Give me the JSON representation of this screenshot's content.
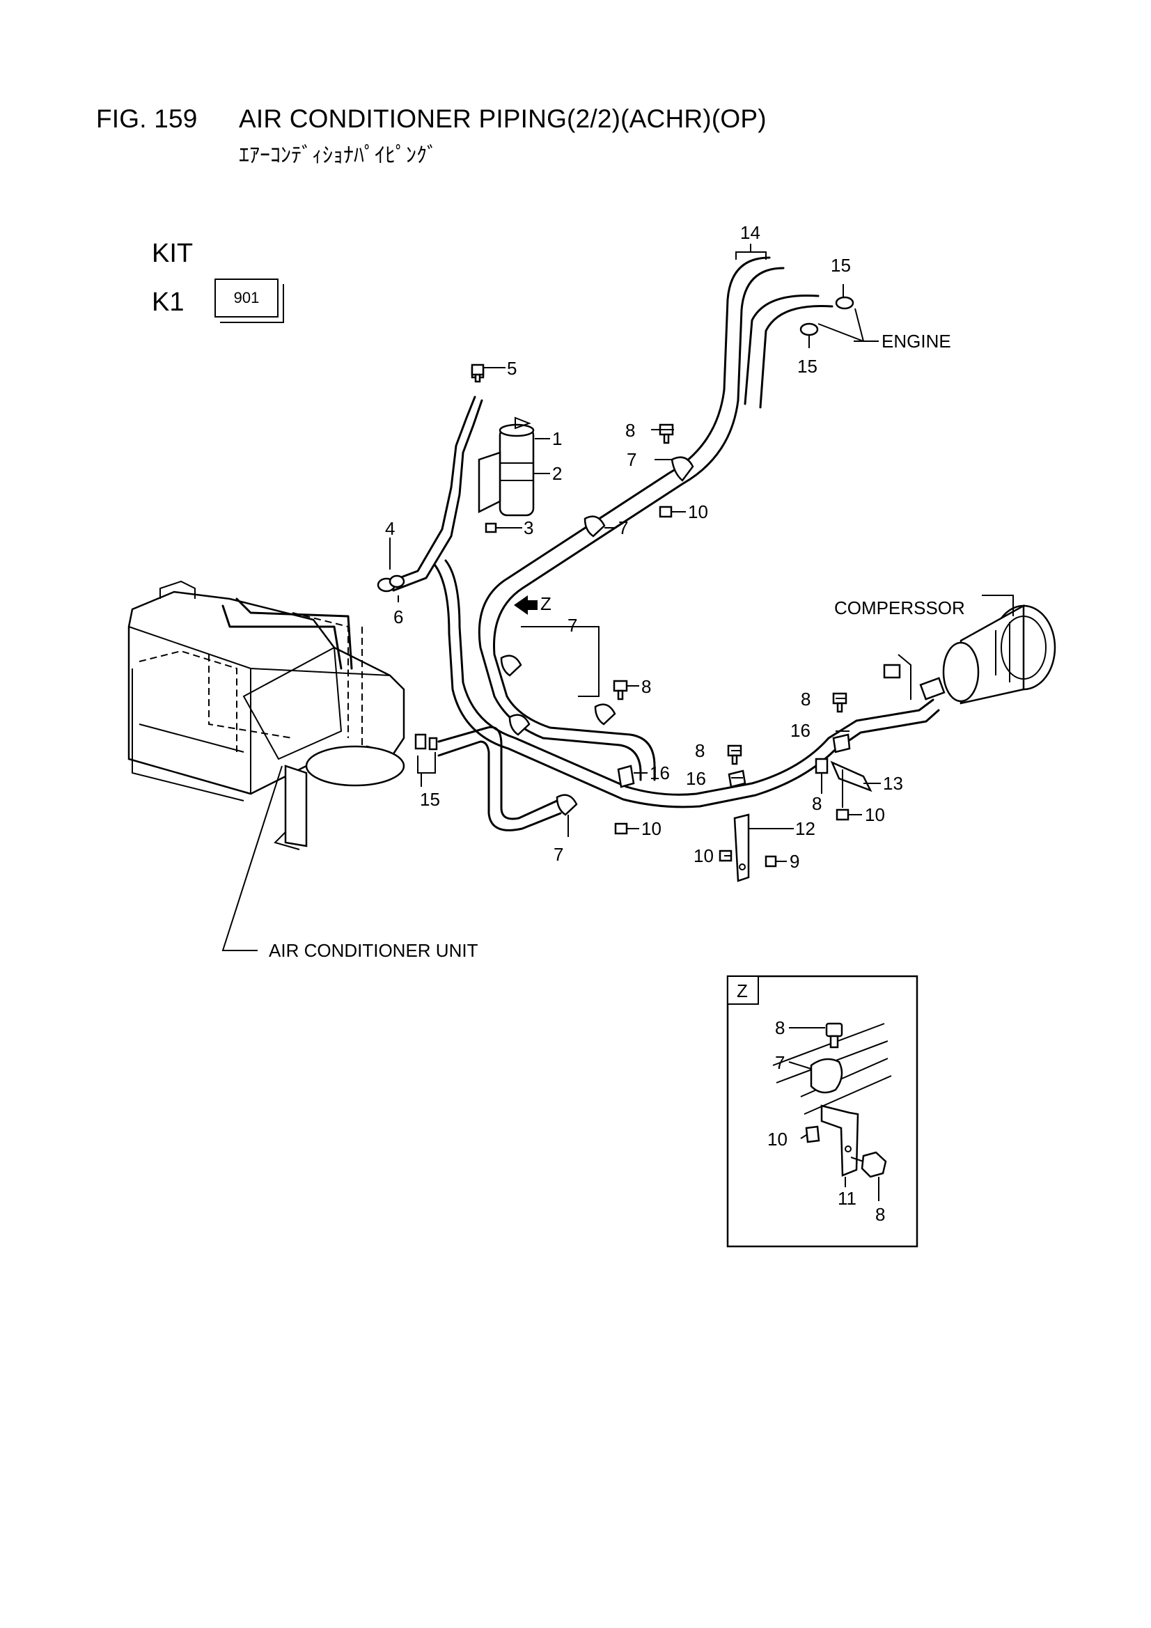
{
  "header": {
    "fig_number": "FIG. 159",
    "title": "AIR CONDITIONER PIPING(2/2)(ACHR)(OP)",
    "subtitle": "ｴｱｰｺﾝﾃﾞｨｼｮﾅﾊﾟｲﾋﾟﾝｸﾞ"
  },
  "kit": {
    "label": "KIT",
    "item_label": "K1",
    "code": "901"
  },
  "assembly_labels": {
    "engine": "ENGINE",
    "compressor": "COMPERSSOR",
    "ac_unit": "AIR CONDITIONER UNIT",
    "detail_ref": "Z"
  },
  "callouts": {
    "c1": "1",
    "c2": "2",
    "c3": "3",
    "c4": "4",
    "c5": "5",
    "c6": "6",
    "c7a": "7",
    "c7b": "7",
    "c7c": "7",
    "c7d": "7",
    "c8a": "8",
    "c8b": "8",
    "c8c": "8",
    "c8d": "8",
    "c8e": "8",
    "c9": "9",
    "c10a": "10",
    "c10b": "10",
    "c10c": "10",
    "c10d": "10",
    "c12": "12",
    "c13": "13",
    "c14": "14",
    "c15a": "15",
    "c15b": "15",
    "c15c": "15",
    "c16a": "16",
    "c16b": "16",
    "c16c": "16"
  },
  "detail_z": {
    "label": "Z",
    "c8a": "8",
    "c7": "7",
    "c10": "10",
    "c11": "11",
    "c8b": "8"
  }
}
